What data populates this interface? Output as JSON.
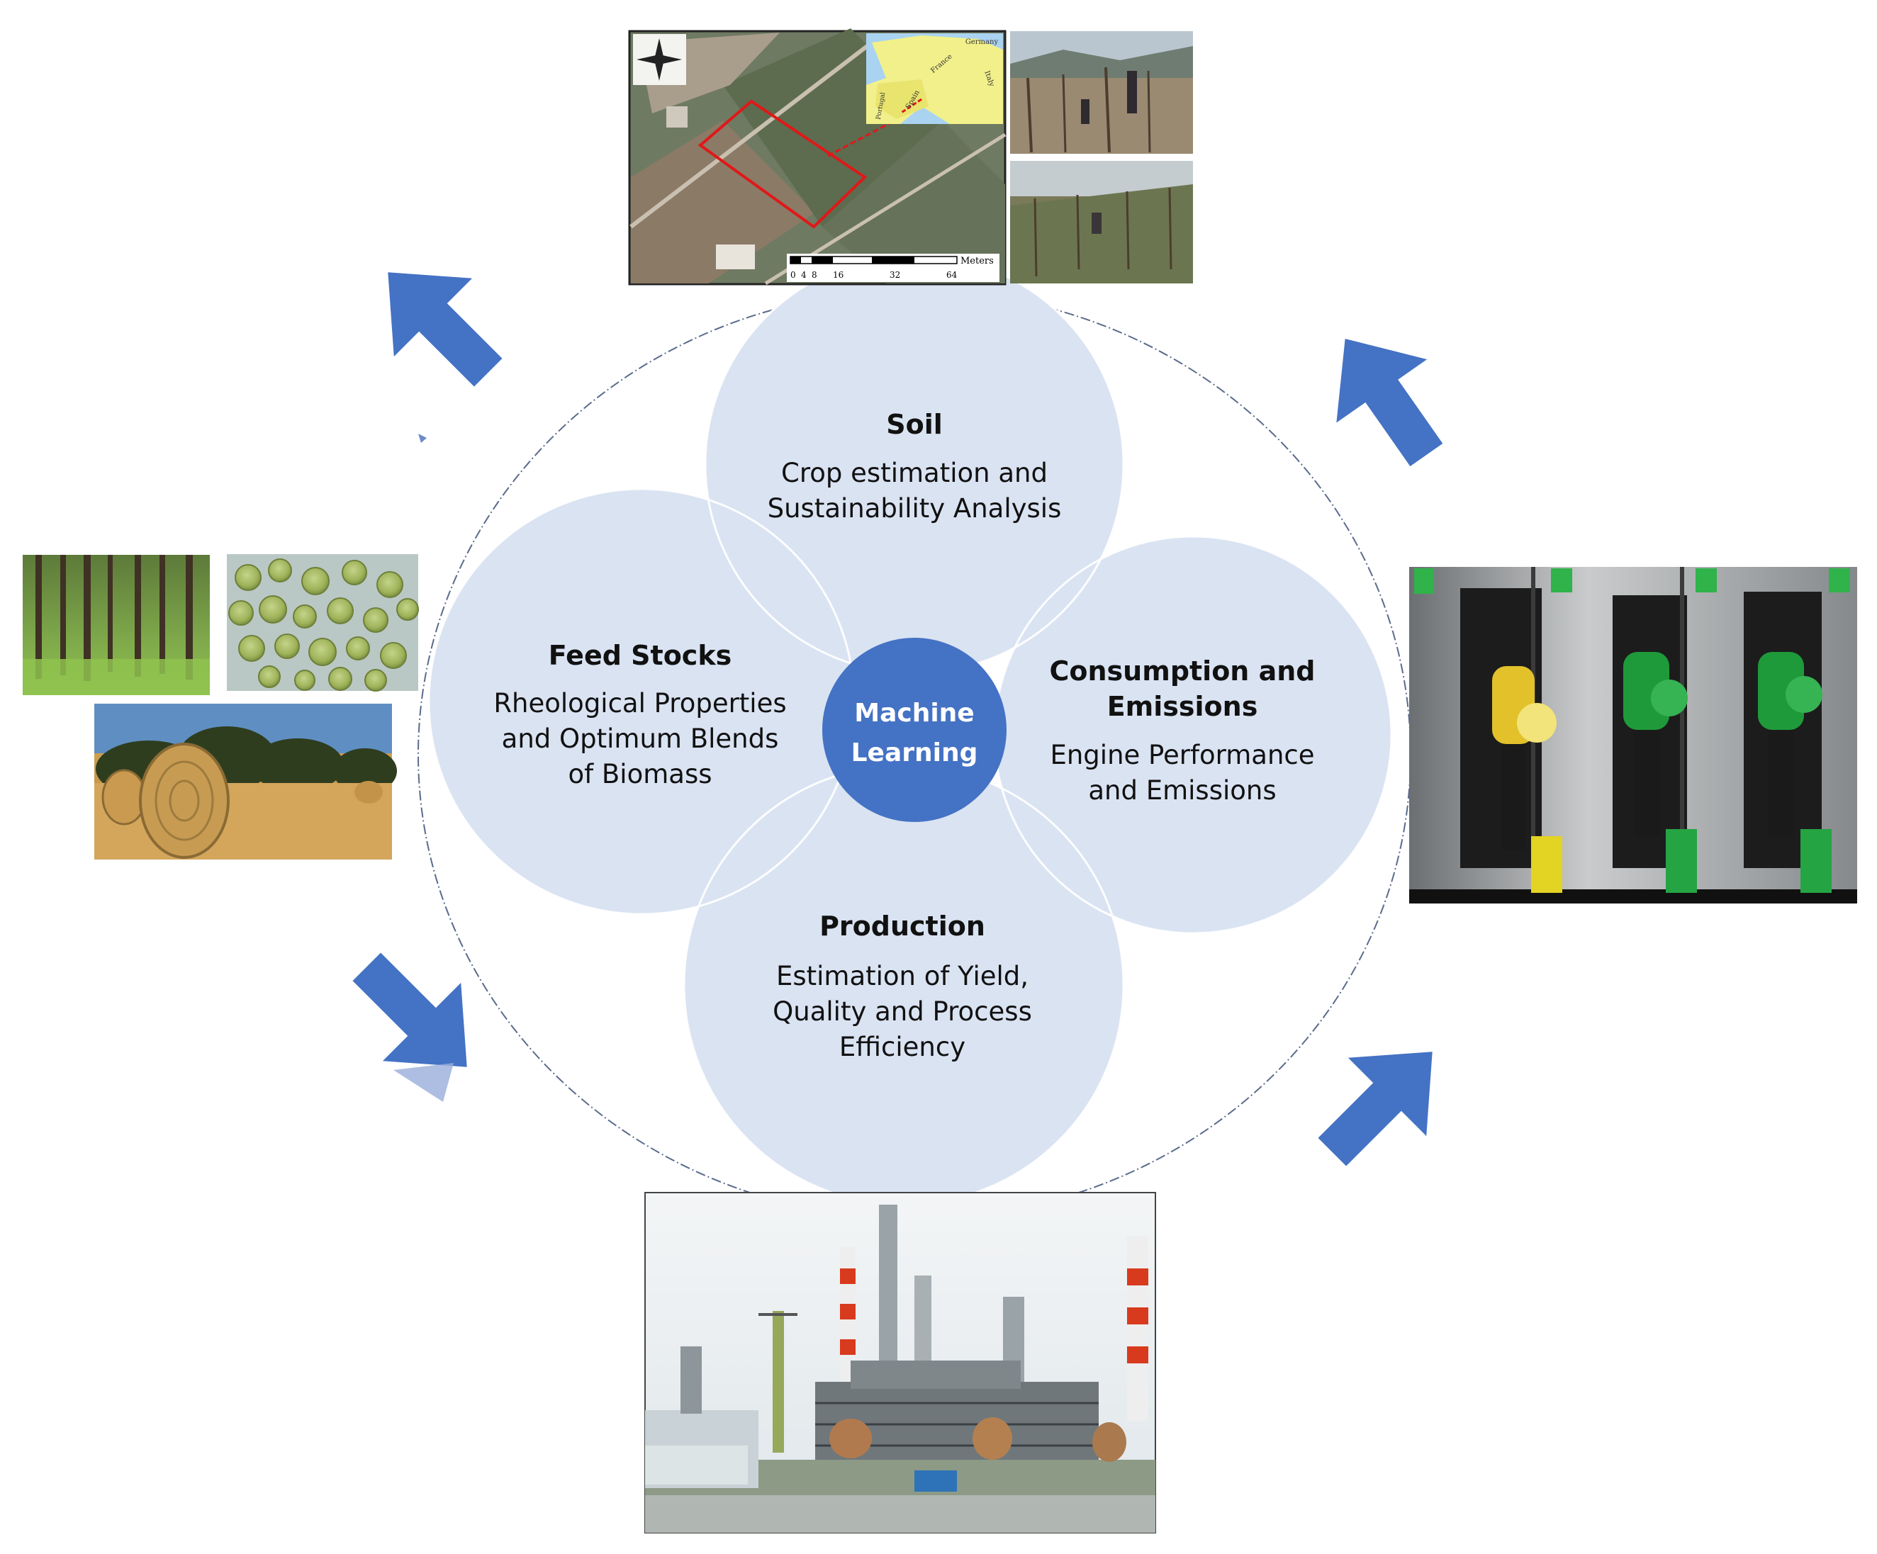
{
  "center": {
    "line1": "Machine",
    "line2": "Learning"
  },
  "nodes": {
    "soil": {
      "title": "Soil",
      "line1": "Crop estimation and",
      "line2": "Sustainability Analysis",
      "photos": [
        "aerial field map with compass, inset map of Europe and scale bar",
        "orchard with workers",
        "orchard rows"
      ]
    },
    "feedstocks": {
      "title": "Feed Stocks",
      "line1": "Rheological Properties",
      "line2": "and Optimum Blends",
      "line3": "of Biomass",
      "photos": [
        "forest",
        "microalgae cells",
        "hay bales in field"
      ]
    },
    "consumption": {
      "title_line1": "Consumption and",
      "title_line2": "Emissions",
      "line1": "Engine Performance",
      "line2": "and Emissions",
      "photos": [
        "fuel pump nozzles"
      ]
    },
    "production": {
      "title": "Production",
      "line1": "Estimation of Yield,",
      "line2": "Quality and Process",
      "line3": "Efficiency",
      "photos": [
        "refinery"
      ]
    }
  },
  "map_inset": {
    "country_labels": [
      "Germany",
      "France",
      "Italy",
      "Portugal",
      "Spain"
    ],
    "scale_label": "Meters",
    "scale_ticks": [
      "0",
      "4",
      "8",
      "16",
      "32",
      "64"
    ]
  },
  "colors": {
    "petal": "#dae3f2",
    "center": "#4472c4",
    "arrow": "#4472c4",
    "outer_ring": "#5a6b8c"
  },
  "arrows": [
    "upper-left",
    "lower-left",
    "lower-right",
    "upper-right"
  ]
}
